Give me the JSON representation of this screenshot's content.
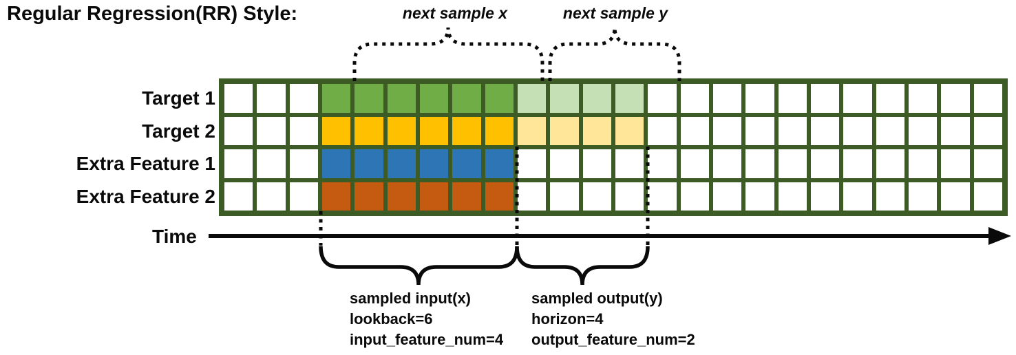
{
  "title": "Regular Regression(RR) Style:",
  "colors": {
    "grid_line": "#3C5B25",
    "white": "#FFFFFF",
    "green": "#70AD47",
    "green_light": "#C5E0B4",
    "yellow": "#FFC000",
    "yellow_light": "#FFE699",
    "blue": "#2E75B6",
    "orange": "#C55A11",
    "ink": "#0A0A0A"
  },
  "grid": {
    "columns": 24,
    "rows": [
      {
        "label": "Target 1",
        "segments": [
          {
            "color": "white",
            "count": 3
          },
          {
            "color": "green",
            "count": 6
          },
          {
            "color": "green_light",
            "count": 4
          },
          {
            "color": "white",
            "count": 11
          }
        ]
      },
      {
        "label": "Target 2",
        "segments": [
          {
            "color": "white",
            "count": 3
          },
          {
            "color": "yellow",
            "count": 6
          },
          {
            "color": "yellow_light",
            "count": 4
          },
          {
            "color": "white",
            "count": 11
          }
        ]
      },
      {
        "label": "Extra Feature 1",
        "segments": [
          {
            "color": "white",
            "count": 3
          },
          {
            "color": "blue",
            "count": 6
          },
          {
            "color": "white",
            "count": 15
          }
        ]
      },
      {
        "label": "Extra Feature 2",
        "segments": [
          {
            "color": "white",
            "count": 3
          },
          {
            "color": "orange",
            "count": 6
          },
          {
            "color": "white",
            "count": 15
          }
        ]
      }
    ]
  },
  "annotations": {
    "next_sample_x": "next sample x",
    "next_sample_y": "next sample y",
    "time_label": "Time",
    "input_lines": [
      "sampled input(x)",
      "lookback=6",
      "input_feature_num=4"
    ],
    "output_lines": [
      "sampled output(y)",
      "horizon=4",
      "output_feature_num=2"
    ]
  }
}
